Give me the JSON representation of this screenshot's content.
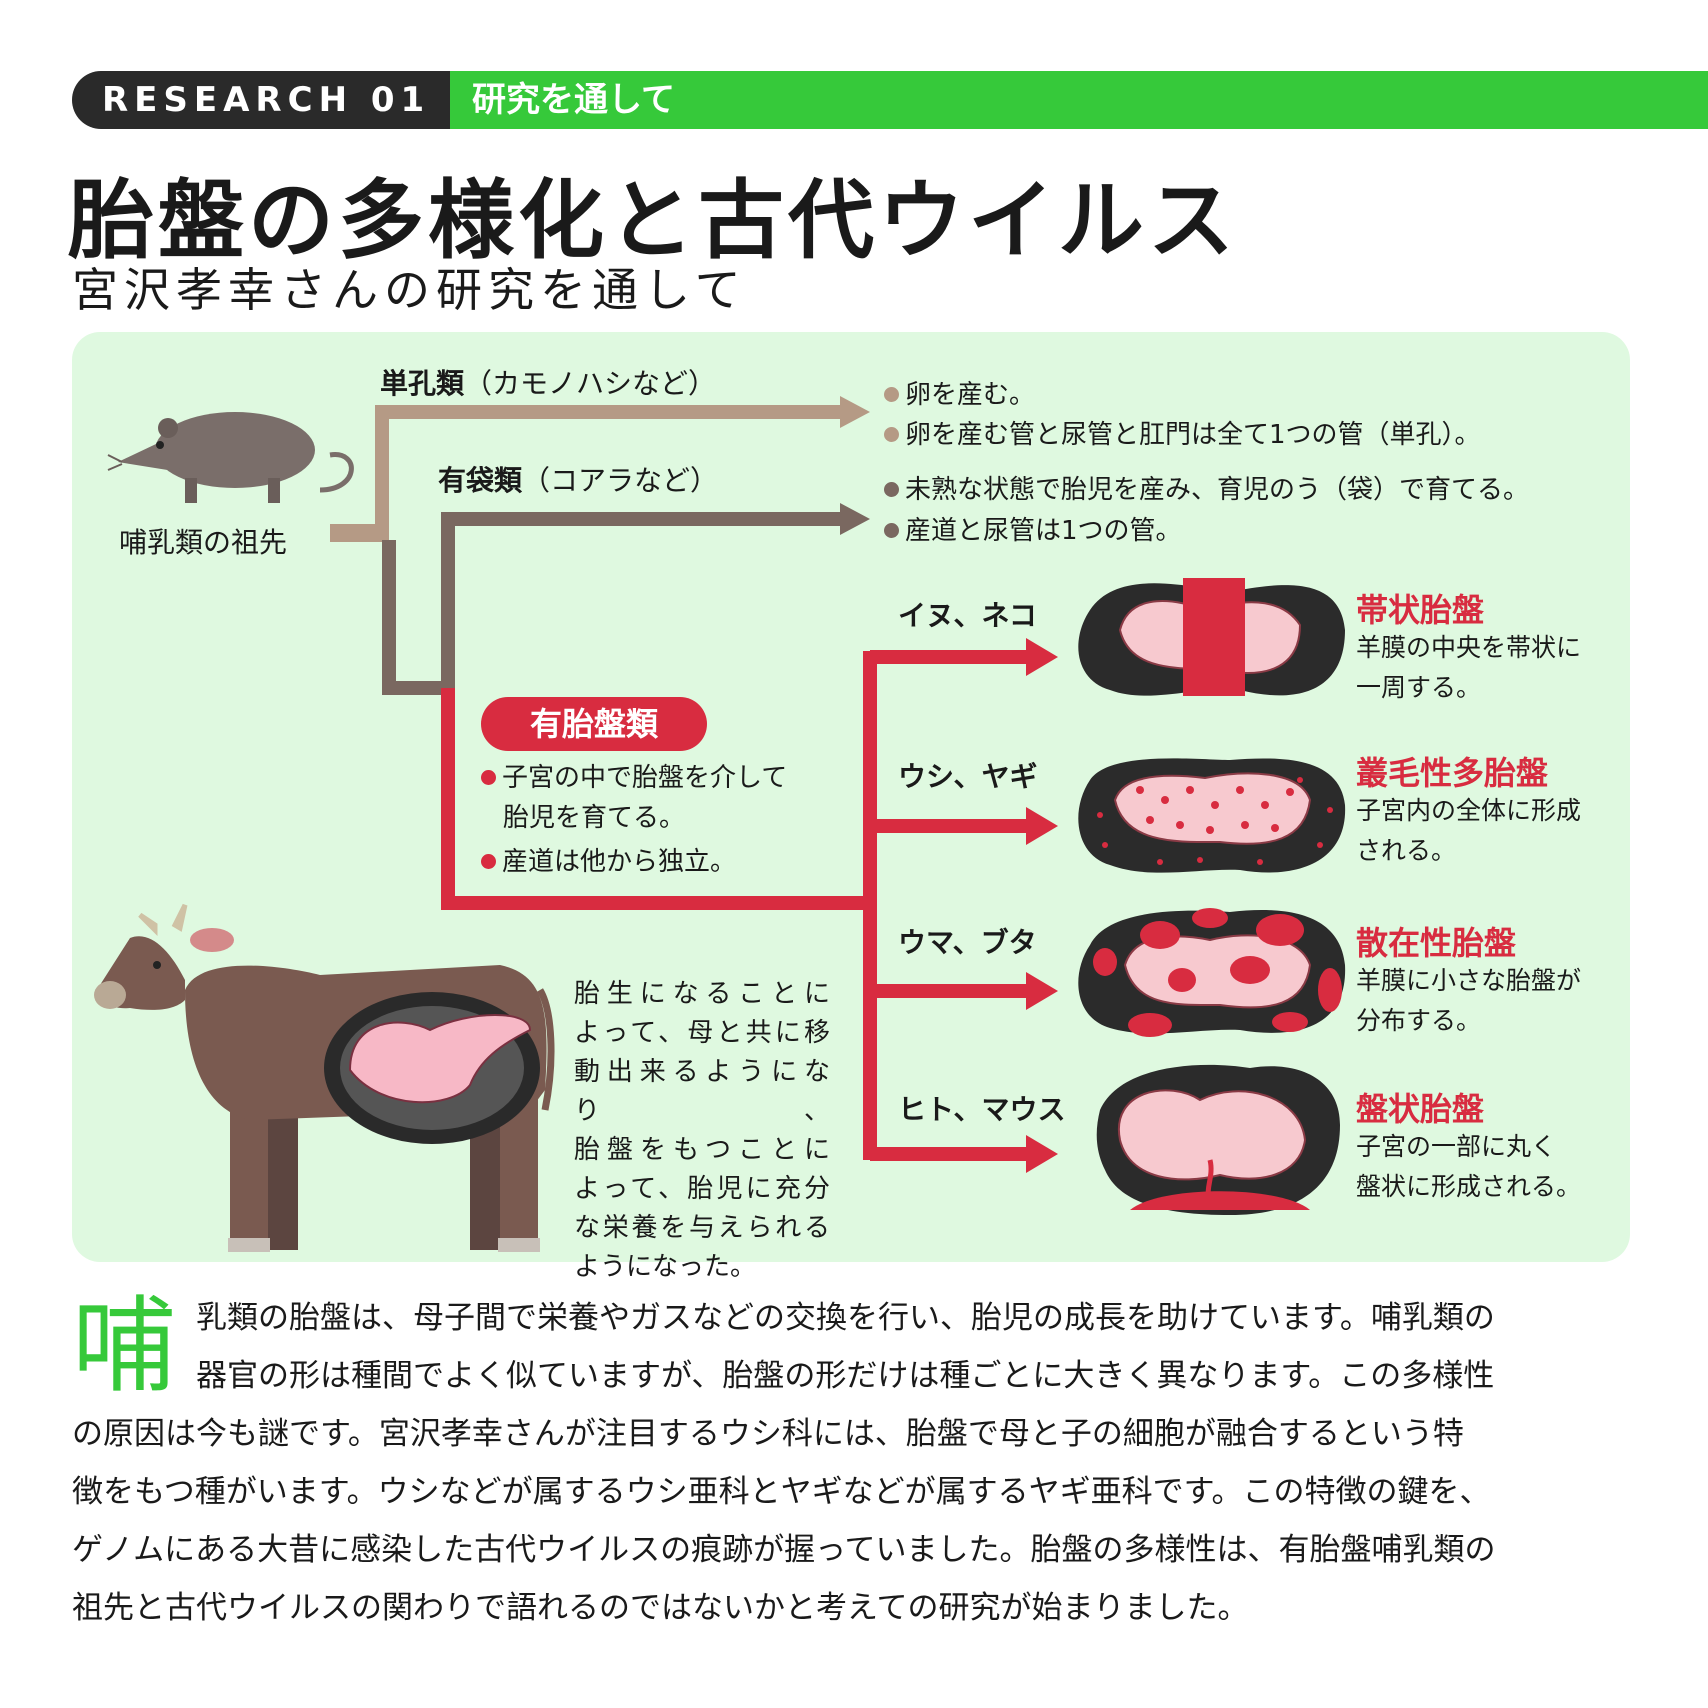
{
  "header": {
    "tag": "RESEARCH 01",
    "section": "研究を通して"
  },
  "title": "胎盤の多様化と古代ウイルス",
  "subtitle": "宮沢孝幸さんの研究を通して",
  "colors": {
    "green": "#36c93a",
    "red": "#d82c40",
    "monotreme": "#b59a85",
    "marsupial": "#7a6860",
    "panel": "#dff9e0"
  },
  "tree": {
    "ancestor": "哺乳類の祖先",
    "monotreme": {
      "name": "単孔類",
      "example": "（カモノハシなど）",
      "bullets": [
        "卵を産む。",
        "卵を産む管と尿管と肛門は全て1つの管（単孔）。"
      ]
    },
    "marsupial": {
      "name": "有袋類",
      "example": "（コアラなど）",
      "bullets": [
        "未熟な状態で胎児を産み、育児のう（袋）で育てる。",
        "産道と尿管は1つの管。"
      ]
    },
    "placental": {
      "name": "有胎盤類",
      "bullets": [
        "子宮の中で胎盤を介して",
        "胎児を育てる。",
        "産道は他から独立。"
      ]
    }
  },
  "placentas": [
    {
      "animals": "イヌ、ネコ",
      "type": "帯状胎盤",
      "desc": [
        "羊膜の中央を帯状に",
        "一周する。"
      ]
    },
    {
      "animals": "ウシ、ヤギ",
      "type": "叢毛性多胎盤",
      "desc": [
        "子宮内の全体に形成",
        "される。"
      ]
    },
    {
      "animals": "ウマ、ブタ",
      "type": "散在性胎盤",
      "desc": [
        "羊膜に小さな胎盤が",
        "分布する。"
      ]
    },
    {
      "animals": "ヒト、マウス",
      "type": "盤状胎盤",
      "desc": [
        "子宮の一部に丸く",
        "盤状に形成される。"
      ]
    }
  ],
  "cow_caption": [
    "胎生になることに",
    "よって、母と共に移",
    "動出来るようになり、",
    "胎盤をもつことに",
    "よって、胎児に充分",
    "な栄養を与えられる",
    "ようになった。"
  ],
  "body": {
    "drop_cap": "哺",
    "lines": [
      "乳類の胎盤は、母子間で栄養やガスなどの交換を行い、胎児の成長を助けています。哺乳類の",
      "器官の形は種間でよく似ていますが、胎盤の形だけは種ごとに大きく異なります。この多様性",
      "の原因は今も謎です。宮沢孝幸さんが注目するウシ科には、胎盤で母と子の細胞が融合するという特",
      "徴をもつ種がいます。ウシなどが属するウシ亜科とヤギなどが属するヤギ亜科です。この特徴の鍵を、",
      "ゲノムにある大昔に感染した古代ウイルスの痕跡が握っていました。胎盤の多様性は、有胎盤哺乳類の",
      "祖先と古代ウイルスの関わりで語れるのではないかと考えての研究が始まりました。"
    ]
  }
}
